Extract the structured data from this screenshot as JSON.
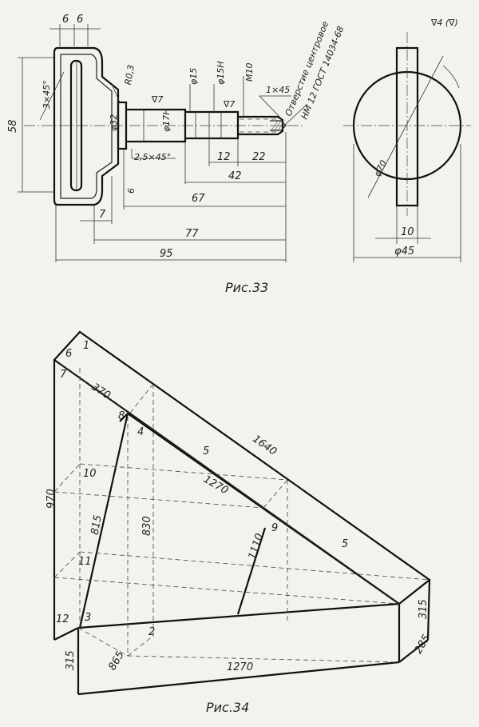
{
  "fig33": {
    "caption": "Рис.33",
    "roughness": "∇4 (∇)",
    "surface_mark": "∇7",
    "dims": {
      "d6a": "6",
      "d6b": "6",
      "d58": "58",
      "chamfer3": "3×45°",
      "r3": "R0,3",
      "phi32": "φ32",
      "phi17": "φ17Н",
      "phi15": "φ15",
      "phi15h": "φ15Н",
      "m10": "M10",
      "chamfer1": "1×45",
      "chamfer25": "2,5×45°",
      "d12": "12",
      "d22": "22",
      "d42": "42",
      "d6c": "6",
      "d67": "67",
      "d7": "7",
      "d77": "77",
      "d95": "95",
      "phi70": "φ70",
      "d10": "10",
      "phi45": "φ45"
    },
    "note_line1": "Отверстие центровое",
    "note_line2": "НМ 12 ГОСТ 14034-68"
  },
  "fig34": {
    "caption": "Рис.34",
    "points": [
      "6",
      "1",
      "7",
      "8",
      "4",
      "10",
      "11",
      "12",
      "3",
      "2",
      "9",
      "5",
      "5"
    ],
    "dims": {
      "d370": "370",
      "d1640": "1640",
      "d1270a": "1270",
      "d970": "970",
      "d815": "815",
      "d830": "830",
      "d1110": "1110",
      "d865": "865",
      "d1270b": "1270",
      "d315a": "315",
      "d315b": "315",
      "d285": "285"
    }
  }
}
